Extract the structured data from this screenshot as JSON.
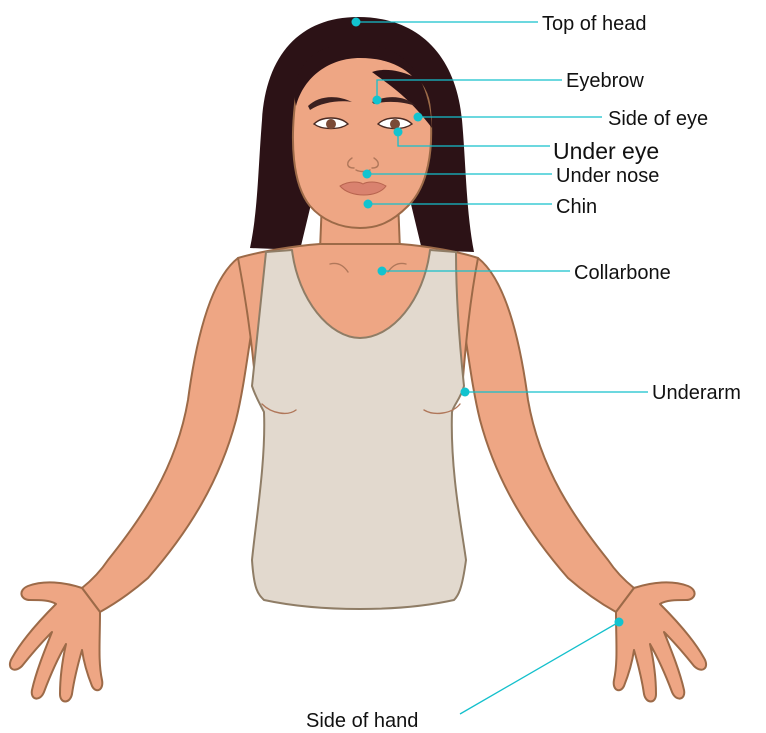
{
  "figure": {
    "colors": {
      "skin": "#eea684",
      "skin_outline": "#9c6a48",
      "hair": "#2c1216",
      "tank_top": "#e2d9ce",
      "lips": "#d9826f",
      "marker": "#12c3cf",
      "leader_line": "#14c0cc",
      "label_text": "#111111"
    }
  },
  "labels": {
    "top_of_head": "Top of head",
    "eyebrow": "Eyebrow",
    "side_of_eye": "Side of eye",
    "under_eye": "Under eye",
    "under_nose": "Under nose",
    "chin": "Chin",
    "collarbone": "Collarbone",
    "underarm": "Underarm",
    "side_of_hand": "Side of hand"
  }
}
